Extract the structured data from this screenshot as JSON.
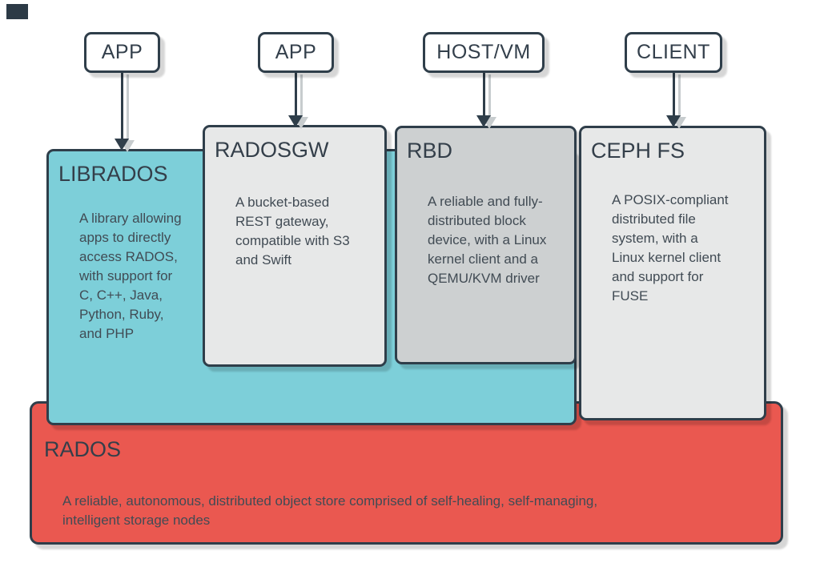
{
  "nodes": [
    {
      "label": "APP"
    },
    {
      "label": "APP"
    },
    {
      "label": "HOST/VM"
    },
    {
      "label": "CLIENT"
    }
  ],
  "layers": {
    "librados": {
      "title": "LIBRADOS",
      "body": "A library allowing\napps to directly\naccess RADOS,\nwith support for\nC, C++, Java,\nPython, Ruby,\nand PHP"
    },
    "radosgw": {
      "title": "RADOSGW",
      "body": "A bucket-based\nREST gateway,\ncompatible with S3\nand Swift"
    },
    "rbd": {
      "title": "RBD",
      "body": "A reliable and fully-\ndistributed block\ndevice, with a Linux\nkernel client and a\nQEMU/KVM driver"
    },
    "cephfs": {
      "title": "CEPH FS",
      "body": "A POSIX-compliant\ndistributed file\nsystem, with a\nLinux kernel client\nand support for\nFUSE"
    },
    "rados": {
      "title": "RADOS",
      "body": "A reliable, autonomous, distributed object store comprised of self-healing, self-managing,\nintelligent storage nodes"
    }
  },
  "connections": [
    {
      "from": "APP",
      "to": "LIBRADOS"
    },
    {
      "from": "APP",
      "to": "RADOSGW"
    },
    {
      "from": "HOST/VM",
      "to": "RBD"
    },
    {
      "from": "CLIENT",
      "to": "CEPH FS"
    }
  ],
  "colors": {
    "librados_fill": "#7DCFD9",
    "radosgw_fill": "#E7E8E8",
    "rbd_fill": "#CDD0D1",
    "cephfs_fill": "#E7E8E8",
    "rados_fill": "#EA5850",
    "node_fill": "#FFFFFF",
    "stroke": "#2F3E4A",
    "arrow_shadow": "#C7CCCE"
  }
}
